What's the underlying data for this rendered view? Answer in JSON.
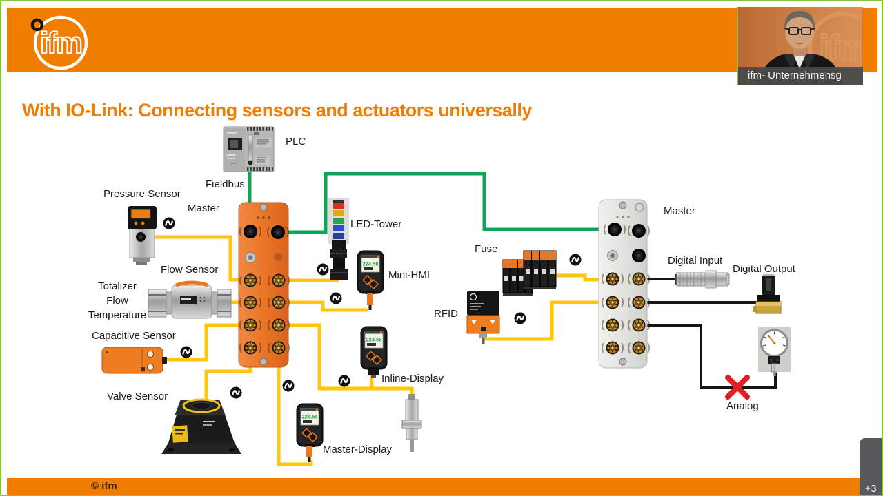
{
  "title": "With IO-Link: Connecting sensors and actuators universally",
  "header": {
    "logo_text": "ifm"
  },
  "webcam": {
    "caption": "ifm- Unternehmensg",
    "watermark_text": "ifm"
  },
  "footer": {
    "copyright": "© ifm"
  },
  "overlay": {
    "badge": "+3"
  },
  "diagram": {
    "display_value": "224.58",
    "labels": {
      "plc": "PLC",
      "fieldbus": "Fieldbus",
      "master_left": "Master",
      "master_right": "Master",
      "pressure_sensor": "Pressure Sensor",
      "flow_sensor": "Flow Sensor",
      "totalizer_lines": [
        "Totalizer",
        "Flow",
        "Temperature"
      ],
      "capacitive_sensor": "Capacitive Sensor",
      "valve_sensor": "Valve Sensor",
      "led_tower": "LED-Tower",
      "mini_hmi": "Mini-HMI",
      "inline_display": "Inline-Display",
      "master_display": "Master-Display",
      "fuse": "Fuse",
      "rfid": "RFID",
      "digital_input": "Digital Input",
      "digital_output": "Digital Output",
      "analog": "Analog"
    }
  },
  "colors": {
    "brand-orange": "#F07C00",
    "wire-green": "#0FA356",
    "wire-yellow": "#FFC60B",
    "wire-black": "#141414",
    "error-red": "#E02020",
    "display-green": "#2F9E41",
    "slide-border": "#86C440",
    "footer-text": "#402000",
    "caption-bg": "#4A4A48",
    "badge-bg": "#58585A"
  }
}
